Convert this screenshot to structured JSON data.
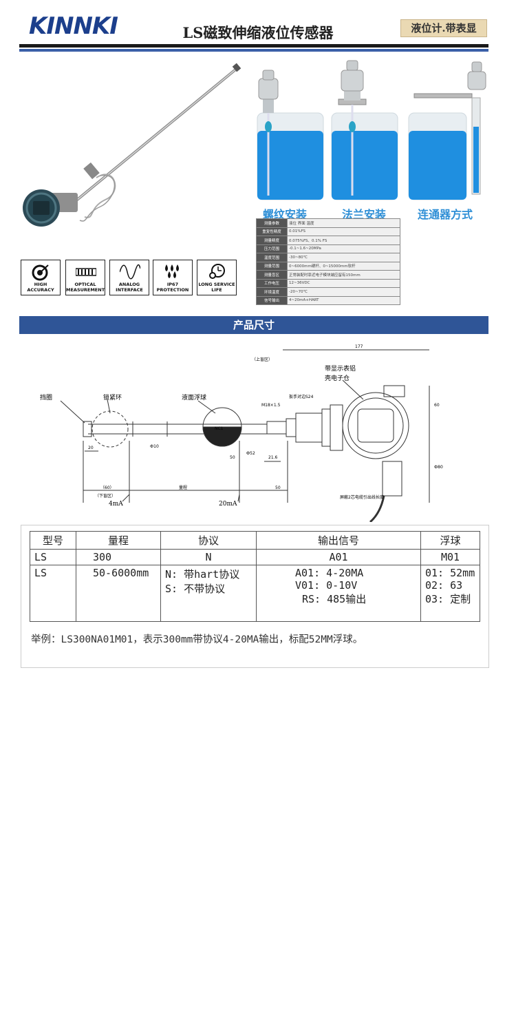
{
  "header": {
    "logo": "KINNKI",
    "title": "LS磁致伸缩液位传感器",
    "tag": "液位计.带表显"
  },
  "features": [
    {
      "icon": "target-icon",
      "label": "HIGH ACCURACY"
    },
    {
      "icon": "barcode-icon",
      "label": "OPTICAL MEASUREMENT"
    },
    {
      "icon": "sine-wave-icon",
      "label": "ANALOG INTERFACE"
    },
    {
      "icon": "water-drops-icon",
      "label": "IP67 PROTECTION"
    },
    {
      "icon": "clock-gear-icon",
      "label": "LONG SERVICE LIFE"
    }
  ],
  "installation": [
    "螺纹安装",
    "法兰安装",
    "连通器方式"
  ],
  "spec_table": [
    {
      "k": "测量参数",
      "v": "液位  界面  温度"
    },
    {
      "k": "重复性精度",
      "v": "0.01%FS"
    },
    {
      "k": "测量精度",
      "v": "0.075%FS、0.1% FS"
    },
    {
      "k": "压力范围",
      "v": "-0.1~1.6~20MPa"
    },
    {
      "k": "温度范围",
      "v": "-30~80℃"
    },
    {
      "k": "测量范围",
      "v": "0~6000mm硬杆、0~15000mm软杆"
    },
    {
      "k": "测量盲区",
      "v": "正常装配时靠近电子模块端应留有150mm"
    },
    {
      "k": "工作电压",
      "v": "12~36VDC"
    },
    {
      "k": "环境温度",
      "v": "-20~70℃"
    },
    {
      "k": "信号输出",
      "v": "4~20mA+HART"
    }
  ],
  "section_title": "产品尺寸",
  "drawing": {
    "label_stop_ring": "挡圈",
    "label_lock_ring": "锁紧环",
    "label_float": "液面浮球",
    "label_housing_1": "带显示表铝",
    "label_housing_2": "壳电子仓",
    "label_4ma": "4mA",
    "label_20ma": "20mA",
    "dim_177": "177",
    "dim_upper": "（上盲区）",
    "dim_lower": "（下盲区）",
    "dim_60": "（60）",
    "dim_range": "量程",
    "dim_50": "50",
    "dim_20": "20",
    "dim_s24": "扳手对边S24",
    "dim_thread": "M18×1.5",
    "dim_phi10": "Ф10",
    "dim_phi52": "Ф52",
    "dim_21_6": "21.6",
    "dim_60b": "60",
    "dim_phi80": "Ф80",
    "dim_cable": "屏蔽2芯电缆引出线长度",
    "ball_text": "NC1"
  },
  "model_table": {
    "headers": [
      "型号",
      "量程",
      "协议",
      "输出信号",
      "浮球"
    ],
    "row1": [
      "LS",
      "300",
      "N",
      "A01",
      "M01"
    ],
    "row2": {
      "model": "LS",
      "range": "50-6000mm",
      "protocol": [
        "N: 带hart协议",
        "S: 不带协议"
      ],
      "output": [
        "A01: 4-20MA",
        "V01: 0-10V",
        "RS: 485输出"
      ],
      "float": [
        "01: 52mm",
        "02: 63",
        "03: 定制"
      ]
    }
  },
  "example": "举例：LS300NA01M01，表示300mm带协议4-20MA输出，标配52MM浮球。"
}
